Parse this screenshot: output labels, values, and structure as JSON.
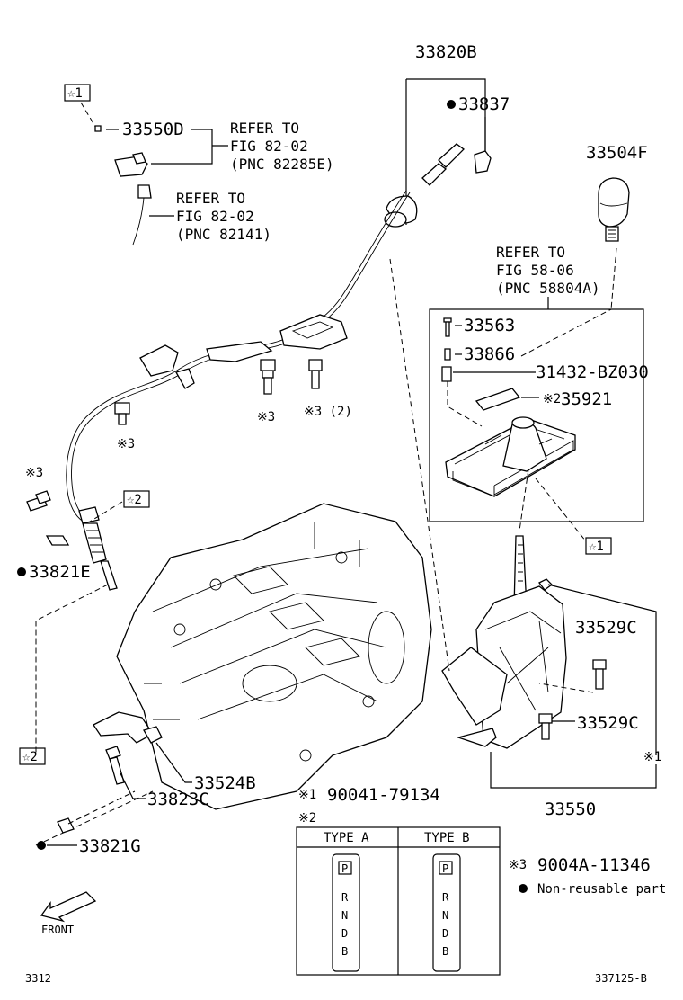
{
  "labels": {
    "pn_33820B": "33820B",
    "pn_33837": "33837",
    "pn_33550D": "33550D",
    "ref1_line1": "REFER TO",
    "ref1_line2": "FIG 82-02",
    "ref1_line3": "(PNC 82285E)",
    "ref2_line1": "REFER TO",
    "ref2_line2": "FIG 82-02",
    "ref2_line3": "(PNC 82141)",
    "pn_33504F": "33504F",
    "ref3_line1": "REFER TO",
    "ref3_line2": "FIG 58-06",
    "ref3_line3": "(PNC 58804A)",
    "pn_33563": "33563",
    "pn_33866": "33866",
    "pn_31432": "31432-BZ030",
    "pn_35921": "35921",
    "pn_33529C_a": "33529C",
    "pn_33529C_b": "33529C",
    "pn_33550": "33550",
    "pn_33821E": "33821E",
    "pn_33524B": "33524B",
    "pn_33823C": "33823C",
    "pn_33821G": "33821G",
    "note_x3_a": "※3",
    "note_x3_b": "※3",
    "note_x3_c": "※3 (2)",
    "note_x3_d": "※3",
    "note_x2_35921": "※2",
    "note_x1_right": "※1",
    "star1_a": "☆1",
    "star1_b": "☆1",
    "star2_a": "☆2",
    "star2_b": "☆2",
    "front": "FRONT",
    "fig_left": "3312",
    "fig_right": "337125-B"
  },
  "legend": {
    "x1_mark": "※1",
    "x1_text": "90041-79134",
    "x2_mark": "※2",
    "type_a": "TYPE A",
    "type_b": "TYPE B",
    "gate_p": "P",
    "gate_r": "R",
    "gate_n": "N",
    "gate_d": "D",
    "gate_b": "B",
    "x3_mark": "※3",
    "x3_text": "9004A-11346",
    "nonreusable_text": "Non-reusable part"
  }
}
